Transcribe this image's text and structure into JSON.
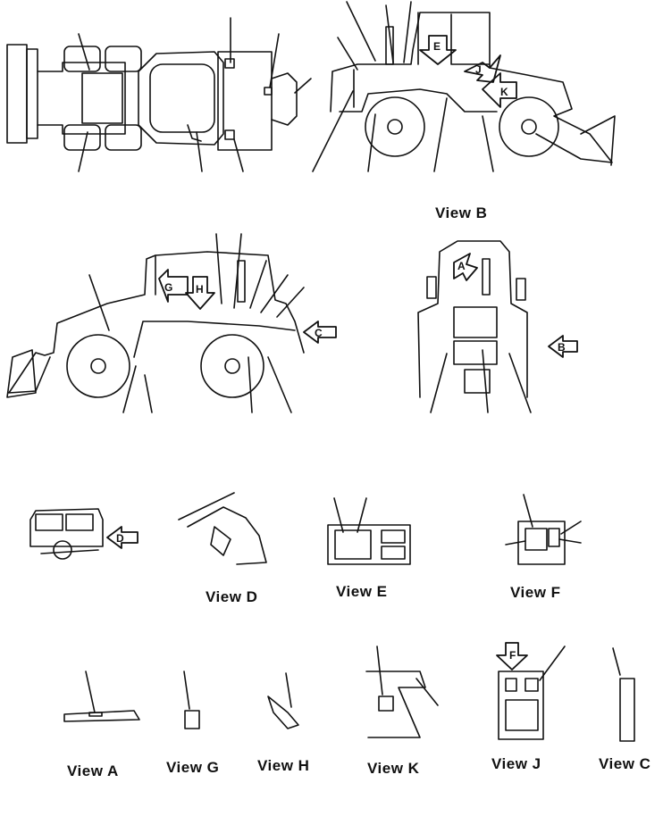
{
  "views": {
    "b": "View  B",
    "d": "View  D",
    "e": "View  E",
    "f": "View  F",
    "a": "View  A",
    "g": "View  G",
    "h": "View  H",
    "k": "View  K",
    "j": "View  J",
    "c": "View  C"
  },
  "arrows": {
    "a": "A",
    "b": "B",
    "c": "C",
    "d": "D",
    "e": "E",
    "f": "F",
    "g": "G",
    "h": "H",
    "j": "J",
    "k": "K"
  }
}
